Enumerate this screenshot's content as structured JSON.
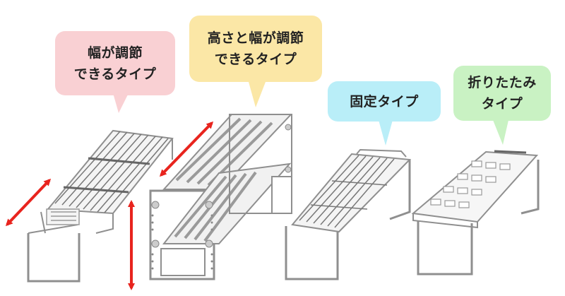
{
  "colors": {
    "adjustable_width": "#f9d0d3",
    "adjustable_height_width": "#fbe7a6",
    "fixed": "#b9eef8",
    "folding": "#c9f2c3",
    "arrow": "#e8241e",
    "frame": "#8f8f8f"
  },
  "callouts": {
    "adjustable_width": {
      "line1": "幅が調節",
      "line2": "できるタイプ"
    },
    "adjustable_height_width": {
      "line1": "高さと幅が調節",
      "line2": "できるタイプ"
    },
    "fixed": {
      "line1": "固定タイプ"
    },
    "folding": {
      "line1": "折りたたみ",
      "line2": "タイプ"
    }
  },
  "icons": {
    "adjustable_width_rack": "wire-rack-icon",
    "adjustable_height_width_rack": "two-tier-rack-icon",
    "fixed_rack": "fixed-rack-icon",
    "folding_rack": "folding-rack-icon",
    "width_arrow": "double-arrow-icon",
    "height_arrow": "double-arrow-icon"
  }
}
